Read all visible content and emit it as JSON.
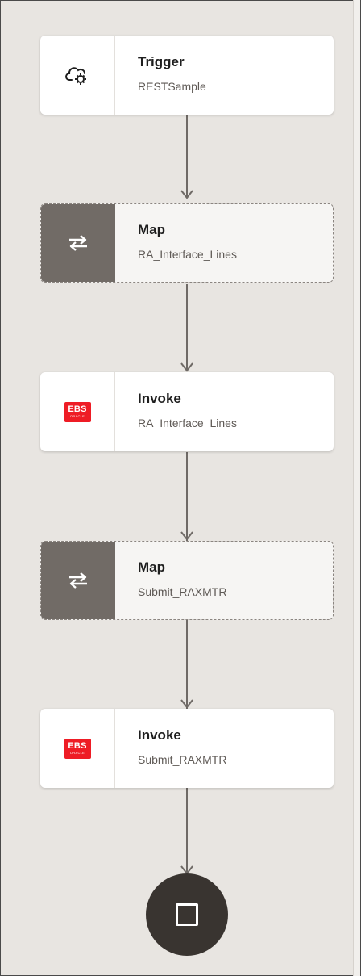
{
  "flow": {
    "nodes": [
      {
        "kind": "trigger",
        "title": "Trigger",
        "subtitle": "RESTSample",
        "icon": "cloud-gear-icon"
      },
      {
        "kind": "map",
        "title": "Map",
        "subtitle": "RA_Interface_Lines",
        "icon": "swap-arrows-icon"
      },
      {
        "kind": "invoke",
        "title": "Invoke",
        "subtitle": "RA_Interface_Lines",
        "icon": "ebs-oracle-icon",
        "logo_text": "EBS",
        "logo_subtext": "ORACLE"
      },
      {
        "kind": "map",
        "title": "Map",
        "subtitle": "Submit_RAXMTR",
        "icon": "swap-arrows-icon"
      },
      {
        "kind": "invoke",
        "title": "Invoke",
        "subtitle": "Submit_RAXMTR",
        "icon": "ebs-oracle-icon",
        "logo_text": "EBS",
        "logo_subtext": "ORACLE"
      }
    ],
    "end_icon": "stop-icon"
  },
  "colors": {
    "canvas": "#e8e5e1",
    "map_icon_bg": "#716b66",
    "ebs_red": "#ee1c25",
    "end_node": "#393430",
    "connector": "#6f6a66"
  }
}
